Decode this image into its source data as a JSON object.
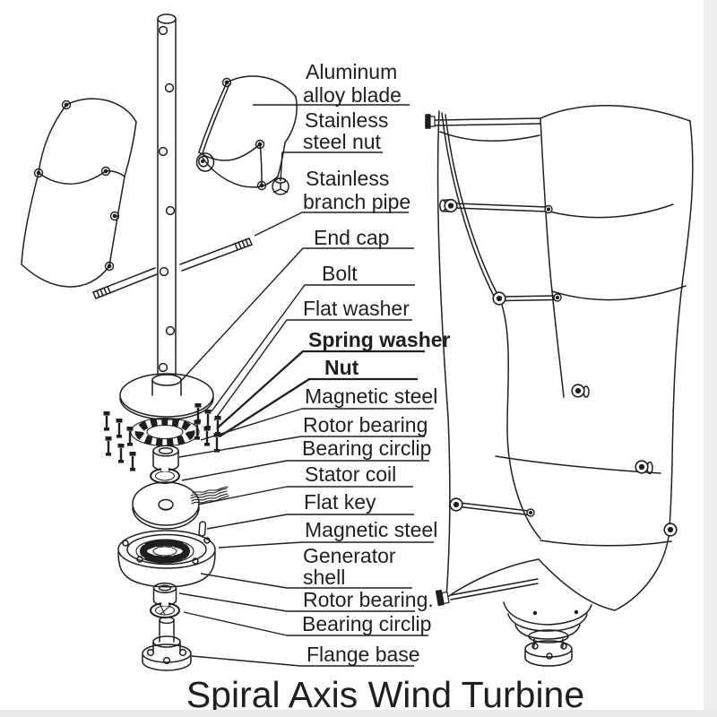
{
  "title": "Spiral Axis Wind Turbine",
  "colors": {
    "ink": "#1f1f1f",
    "background": "#ffffff"
  },
  "labels": [
    {
      "id": "aluminum-alloy-blade",
      "lines": [
        "Aluminum",
        "alloy blade"
      ],
      "bold": false
    },
    {
      "id": "stainless-steel-nut",
      "lines": [
        "Stainless",
        "steel nut"
      ],
      "bold": false
    },
    {
      "id": "stainless-branch-pipe",
      "lines": [
        "Stainless",
        "branch pipe"
      ],
      "bold": false
    },
    {
      "id": "end-cap",
      "lines": [
        "End cap"
      ],
      "bold": false
    },
    {
      "id": "bolt",
      "lines": [
        "Bolt"
      ],
      "bold": false
    },
    {
      "id": "flat-washer",
      "lines": [
        "Flat washer"
      ],
      "bold": false
    },
    {
      "id": "spring-washer",
      "lines": [
        "Spring washer"
      ],
      "bold": true
    },
    {
      "id": "nut",
      "lines": [
        "Nut"
      ],
      "bold": true
    },
    {
      "id": "magnetic-steel-top",
      "lines": [
        "Magnetic steel"
      ],
      "bold": false
    },
    {
      "id": "rotor-bearing-top",
      "lines": [
        "Rotor bearing"
      ],
      "bold": false
    },
    {
      "id": "bearing-circlip-top",
      "lines": [
        "Bearing circlip"
      ],
      "bold": false
    },
    {
      "id": "stator-coil",
      "lines": [
        "Stator coil"
      ],
      "bold": false
    },
    {
      "id": "flat-key",
      "lines": [
        "Flat key"
      ],
      "bold": false
    },
    {
      "id": "magnetic-steel-bottom",
      "lines": [
        "Magnetic steel"
      ],
      "bold": false
    },
    {
      "id": "generator-shell",
      "lines": [
        "Generator",
        "shell"
      ],
      "bold": false
    },
    {
      "id": "rotor-bearing-bottom",
      "lines": [
        "Rotor bearing."
      ],
      "bold": false
    },
    {
      "id": "bearing-circlip-bottom",
      "lines": [
        "Bearing circlip"
      ],
      "bold": false
    },
    {
      "id": "flange-base",
      "lines": [
        "Flange base"
      ],
      "bold": false
    }
  ]
}
